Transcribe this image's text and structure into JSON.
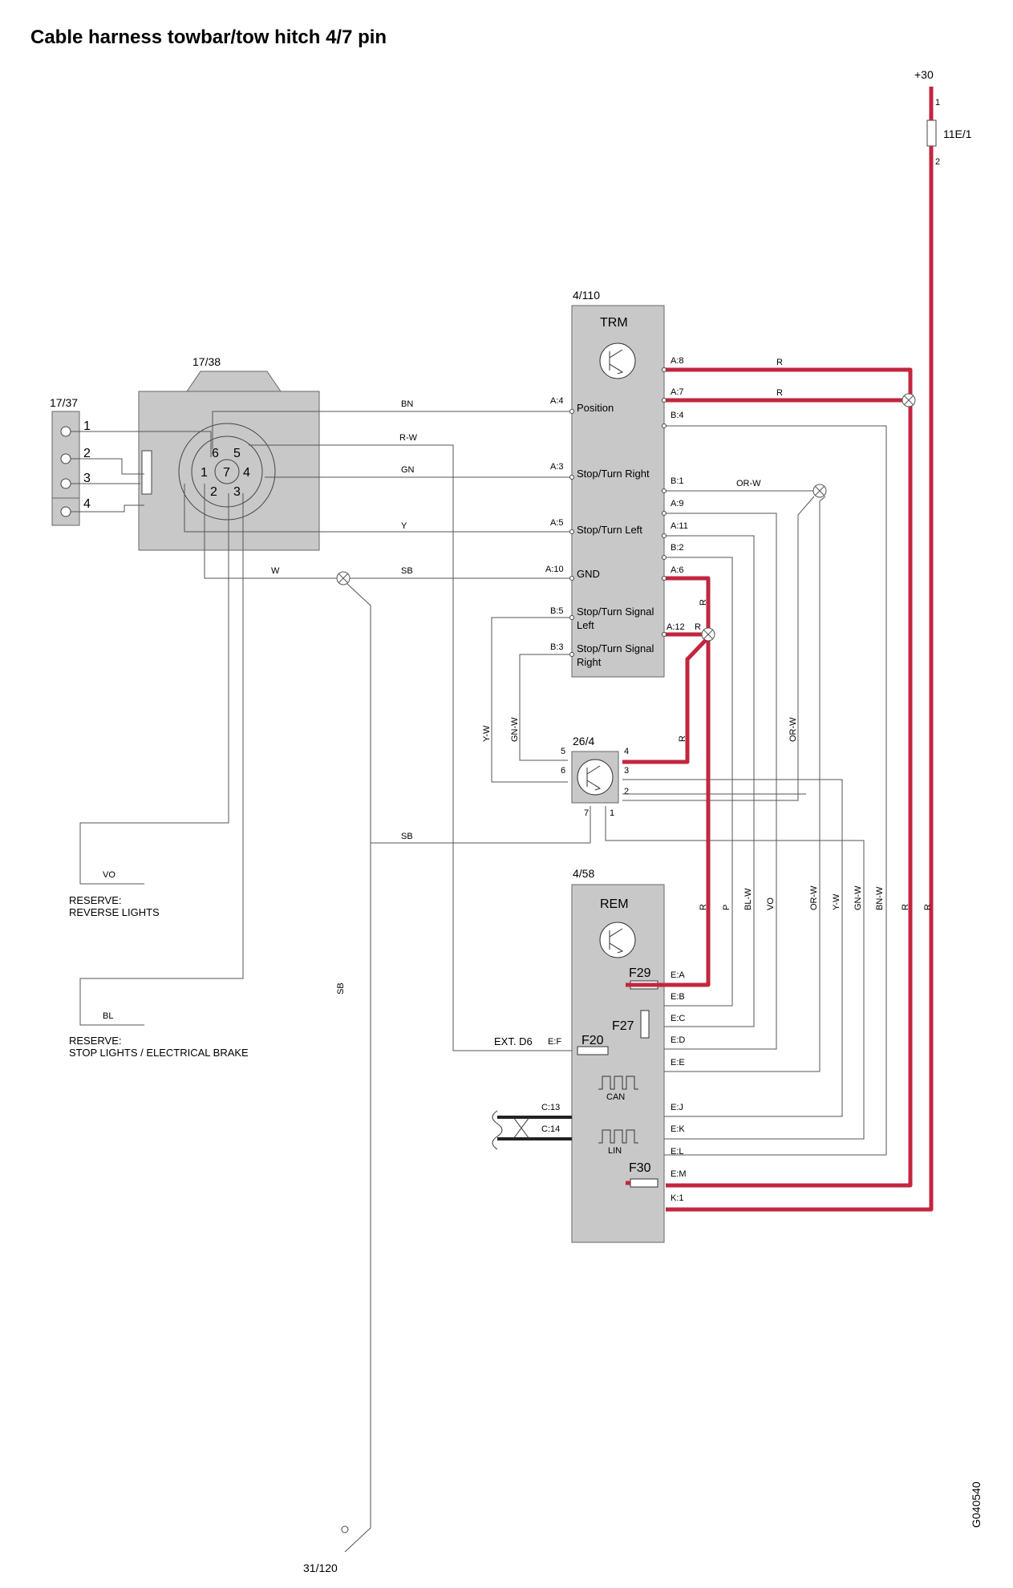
{
  "title": "Cable harness towbar/tow hitch 4/7 pin",
  "drawing_id": "G040540",
  "colors": {
    "power_wire": "#c2263f",
    "signal_wire": "#555555",
    "component_fill": "#c8c8c8",
    "bus_wire": "#222222"
  },
  "supply": {
    "label": "+30",
    "fuse": "11E/1",
    "pin1": "1",
    "pin2": "2"
  },
  "connector_7pin": {
    "id": "17/38",
    "pins": [
      "1",
      "2",
      "3",
      "4",
      "5",
      "6",
      "7"
    ]
  },
  "connector_4pin": {
    "id": "17/37",
    "pins": [
      "1",
      "2",
      "3",
      "4"
    ]
  },
  "trm": {
    "id": "4/110",
    "name": "TRM",
    "pins": [
      "A:8",
      "A:7",
      "B:4",
      "A:4",
      "B:1",
      "A:3",
      "A:9",
      "A:5",
      "A:11",
      "B:2",
      "A:10",
      "A:6",
      "B:5",
      "A:12",
      "B:3"
    ],
    "functions": [
      "Position",
      "Stop/Turn Right",
      "Stop/Turn Left",
      "GND",
      "Stop/Turn Signal",
      "Left",
      "Stop/Turn Signal",
      "Right"
    ]
  },
  "relay": {
    "id": "26/4",
    "pins": [
      "5",
      "6",
      "4",
      "3",
      "2",
      "7",
      "1"
    ]
  },
  "rem": {
    "id": "4/58",
    "name": "REM",
    "fuses": [
      "F29",
      "F27",
      "F20",
      "F30"
    ],
    "pins": [
      "E:A",
      "E:B",
      "E:C",
      "E:D",
      "E:E",
      "E:F",
      "E:J",
      "E:K",
      "E:L",
      "E:M",
      "K:1",
      "C:13",
      "C:14"
    ],
    "ext": "EXT. D6",
    "bus": [
      "CAN",
      "LIN"
    ]
  },
  "wire_colors": [
    "BN",
    "R-W",
    "GN",
    "Y",
    "W",
    "SB",
    "R",
    "OR-W",
    "Y-W",
    "GN-W",
    "VO",
    "BL",
    "BL-W",
    "P",
    "BN-W"
  ],
  "reserves": [
    {
      "wire": "VO",
      "line1": "RESERVE:",
      "line2": "REVERSE LIGHTS"
    },
    {
      "wire": "BL",
      "line1": "RESERVE:",
      "line2": "STOP LIGHTS / ELECTRICAL BRAKE"
    }
  ],
  "ground": {
    "id": "31/120"
  }
}
